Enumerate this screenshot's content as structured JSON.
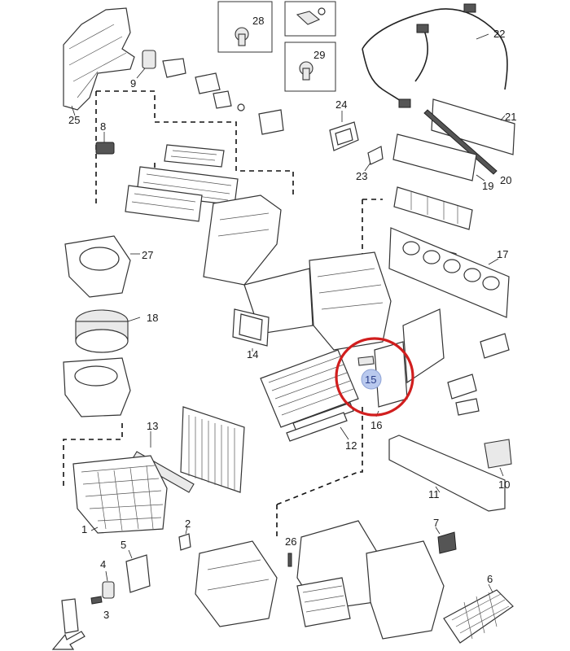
{
  "labels": {
    "p1": "1",
    "p2": "2",
    "p3": "3",
    "p4": "4",
    "p5": "5",
    "p6": "6",
    "p7": "7",
    "p8": "8",
    "p9": "9",
    "p10": "10",
    "p11": "11",
    "p12": "12",
    "p13": "13",
    "p14": "14",
    "p15": "15",
    "p16": "16",
    "p17": "17",
    "p18": "18",
    "p19": "19",
    "p20": "20",
    "p21": "21",
    "p22": "22",
    "p23": "23",
    "p24": "24",
    "p25": "25",
    "p26": "26",
    "p27": "27",
    "p28": "28",
    "p29": "29"
  },
  "colors": {
    "highlight_ring": "#d11e1e",
    "highlight_marker": "#b9c9ee",
    "highlight_text": "#2b3f8a"
  },
  "highlighted_part": "15"
}
